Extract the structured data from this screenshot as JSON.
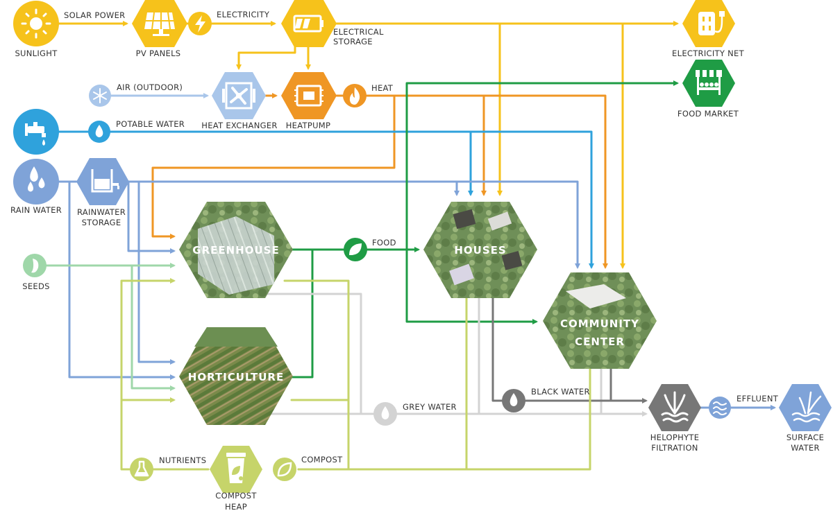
{
  "colors": {
    "energy": "#f6c21b",
    "heat": "#ef9624",
    "water": "#2fa2dc",
    "rain": "#7fa3d8",
    "food": "#1f9c45",
    "seeds": "#9fd7a9",
    "nutrients": "#c6d46a",
    "grey": "#d3d3d3",
    "black": "#777777",
    "outdoor_air": "#a9c6ea"
  },
  "nodes": {
    "sunlight": "SUNLIGHT",
    "pv_panels": "PV PANELS",
    "electrical_storage_1": "ELECTRICAL",
    "electrical_storage_2": "STORAGE",
    "electricity_net": "ELECTRICITY NET",
    "food_market": "FOOD MARKET",
    "heat_exchanger": "HEAT EXCHANGER",
    "heatpump": "HEATPUMP",
    "rain_water": "RAIN WATER",
    "rainwater_storage_1": "RAINWATER",
    "rainwater_storage_2": "STORAGE",
    "seeds": "SEEDS",
    "greenhouse": "GREENHOUSE",
    "horticulture": "HORTICULTURE",
    "houses": "HOUSES",
    "community_center_1": "COMMUNITY",
    "community_center_2": "CENTER",
    "compost_heap_1": "COMPOST",
    "compost_heap_2": "HEAP",
    "helophyte_1": "HELOPHYTE",
    "helophyte_2": "FILTRATION",
    "surface_water_1": "SURFACE",
    "surface_water_2": "WATER"
  },
  "flows": {
    "solar_power": "SOLAR POWER",
    "electricity": "ELECTRICITY",
    "air_outdoor": "AIR (OUTDOOR)",
    "heat": "HEAT",
    "potable_water": "POTABLE WATER",
    "food": "FOOD",
    "grey_water": "GREY WATER",
    "black_water": "BLACK WATER",
    "effluent": "EFFLUENT",
    "nutrients": "NUTRIENTS",
    "compost": "COMPOST"
  },
  "icons": {
    "sunlight": "sun-icon",
    "pv_panels": "solar-panel-icon",
    "electricity": "lightning-icon",
    "electrical_storage": "battery-icon",
    "electricity_net": "power-outlet-icon",
    "food_market": "market-stall-icon",
    "air_outdoor": "snowflake-icon",
    "heat_exchanger": "fan-icon",
    "heatpump": "chip-icon",
    "heat": "flame-icon",
    "potable_water": "faucet-icon",
    "rain_water": "raindrops-icon",
    "rainwater_storage": "water-tank-icon",
    "seeds": "seed-icon",
    "food": "leaf-icon",
    "grey_water": "droplet-icon",
    "black_water": "droplet-icon",
    "effluent": "waves-icon",
    "helophyte": "reed-plant-icon",
    "surface_water": "reeds-water-icon",
    "nutrients": "flask-icon",
    "compost_heap": "compost-bin-icon",
    "compost": "leaf-icon"
  }
}
